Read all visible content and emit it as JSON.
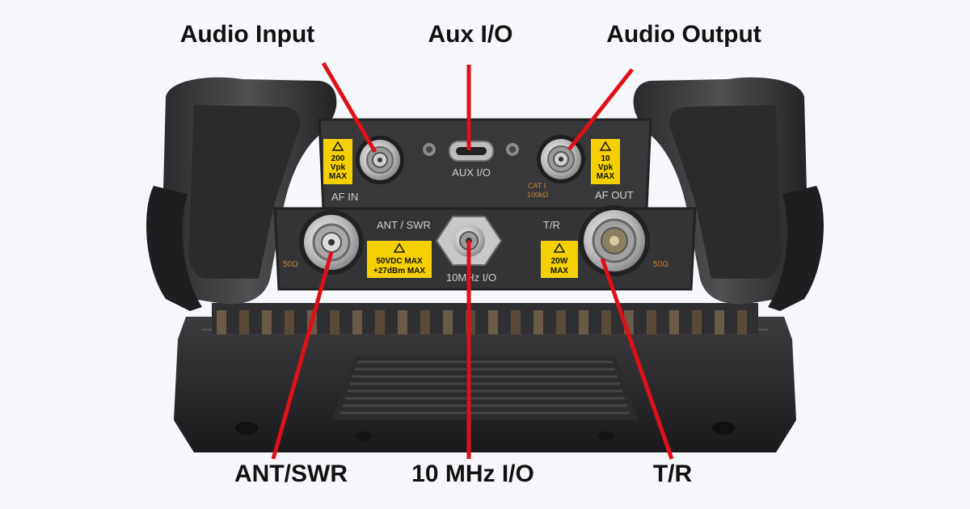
{
  "callouts": {
    "audio_input": "Audio Input",
    "aux_io": "Aux I/O",
    "audio_output": "Audio Output",
    "ant_swr": "ANT/SWR",
    "ten_mhz_io": "10 MHz I/O",
    "t_r": "T/R"
  },
  "panel_labels": {
    "af_in": "AF IN",
    "aux_io": "AUX I/O",
    "af_out": "AF OUT",
    "ant_swr": "ANT / SWR",
    "ten_mhz": "10MHz I/O",
    "t_r": "T/R",
    "cat": "CAT I",
    "impedance_out": "100kΩ",
    "ohm_left": "50Ω",
    "ohm_right": "50Ω"
  },
  "warnings": {
    "af_in": [
      "200",
      "Vpk",
      "MAX"
    ],
    "af_out": [
      "10",
      "Vpk",
      "MAX"
    ],
    "ant_swr": [
      "50VDC MAX",
      "+27dBm MAX"
    ],
    "t_r": [
      "20W",
      "MAX"
    ]
  },
  "colors": {
    "background": "#f5f7fb",
    "device_body": "#2a2a2c",
    "panel": "#3a3a3c",
    "warning_yellow": "#f5d000",
    "leader_red": "#e01018"
  }
}
